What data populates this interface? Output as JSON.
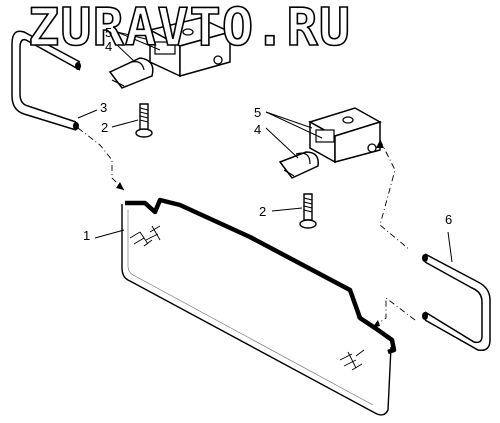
{
  "watermark": {
    "text": "ZURAVTO.RU"
  },
  "callouts": {
    "visor": "1",
    "bolt_left": "2",
    "bolt_right": "2",
    "rod_left": "3",
    "clip_left": "4",
    "clip_right": "4",
    "block_left": "5",
    "block_right": "5",
    "rod_right": "6"
  },
  "colors": {
    "line": "#000000",
    "background": "#ffffff"
  }
}
